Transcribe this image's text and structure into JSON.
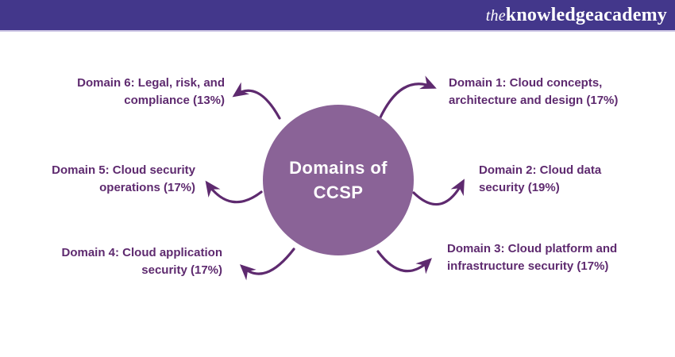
{
  "header": {
    "logo": {
      "the": "the",
      "knowledge": "knowledge",
      "academy": "academy"
    }
  },
  "center": {
    "line1": "Domains of",
    "line2": "CCSP"
  },
  "domains": [
    {
      "id": "domain-1",
      "position": "top-right",
      "lines": [
        "Domain 1: Cloud concepts,",
        "architecture and design (17%)"
      ]
    },
    {
      "id": "domain-2",
      "position": "middle-right",
      "lines": [
        "Domain 2: Cloud data",
        "security (19%)"
      ]
    },
    {
      "id": "domain-3",
      "position": "bottom-right",
      "lines": [
        "Domain 3: Cloud platform and",
        "infrastructure security (17%)"
      ]
    },
    {
      "id": "domain-4",
      "position": "bottom-left",
      "lines": [
        "Domain 4: Cloud application",
        "security (17%)"
      ]
    },
    {
      "id": "domain-5",
      "position": "middle-left",
      "lines": [
        "Domain 5: Cloud security",
        "operations (17%)"
      ]
    },
    {
      "id": "domain-6",
      "position": "top-left",
      "lines": [
        "Domain 6: Legal, risk, and",
        "compliance (13%)"
      ]
    }
  ],
  "colors": {
    "header_bg": "#43378b",
    "header_underline": "#cdc6e5",
    "circle_fill": "#8a6397",
    "accent_text": "#5e2a6f",
    "logo_text": "#ffffff",
    "circle_text": "#ffffff",
    "background": "#ffffff"
  }
}
